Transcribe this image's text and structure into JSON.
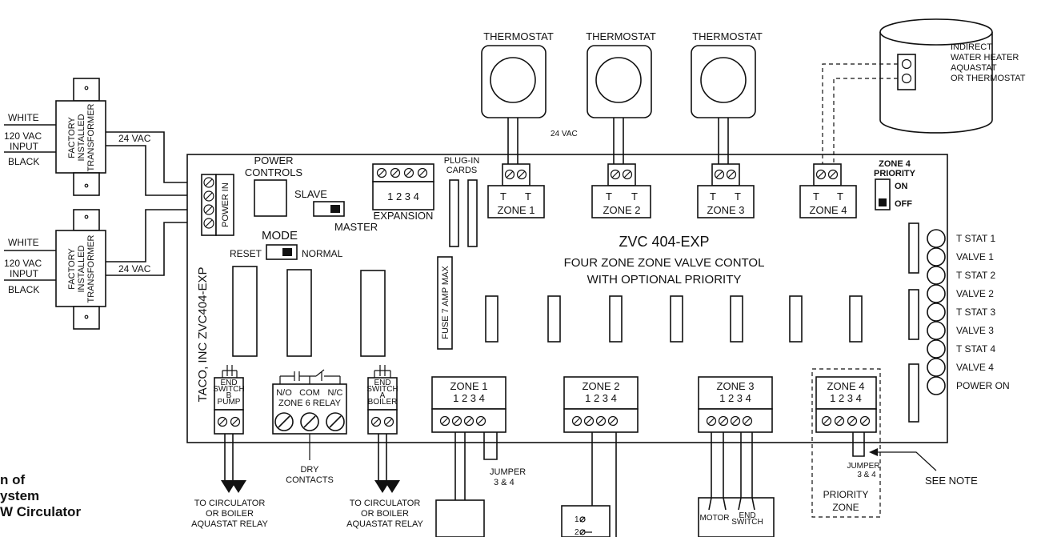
{
  "labels": {
    "white": "WHITE",
    "black": "BLACK",
    "vac120": "120 VAC",
    "input": "INPUT",
    "factory": "FACTORY",
    "installed": "INSTALLED",
    "transformer": "TRANSFORMER",
    "vac24": "24 VAC",
    "power_controls_1": "POWER",
    "power_controls_2": "CONTROLS",
    "power_in": "POWER IN",
    "slave": "SLAVE",
    "master": "MASTER",
    "mode": "MODE",
    "reset": "RESET",
    "normal": "NORMAL",
    "expansion": "EXPANSION",
    "expansion_nums": "1 2 3 4",
    "plugin_1": "PLUG-IN",
    "plugin_2": "CARDS",
    "thermostat": "THERMOSTAT",
    "t": "T",
    "zone1": "ZONE 1",
    "zone2": "ZONE 2",
    "zone3": "ZONE 3",
    "zone4": "ZONE 4",
    "zone4_priority_1": "ZONE 4",
    "zone4_priority_2": "PRIORITY",
    "on": "ON",
    "off": "OFF",
    "model": "ZVC 404-EXP",
    "desc1": "FOUR ZONE ZONE VALVE CONTOL",
    "desc2": "WITH OPTIONAL PRIORITY",
    "fuse": "FUSE 7 AMP MAX",
    "taco": "TACO, INC  ZVC404-EXP",
    "terminal_nums": "1 2 3 4",
    "end": "END",
    "switch": "SWITCH",
    "b": "B",
    "pump": "PUMP",
    "a": "A",
    "boiler": "BOILER",
    "no": "N/O",
    "com": "COM",
    "nc": "N/C",
    "zone6_relay": "ZONE 6 RELAY",
    "dry": "DRY",
    "contacts": "CONTACTS",
    "to_circ_1": "TO CIRCULATOR",
    "to_circ_2": "OR BOILER",
    "to_circ_3": "AQUASTAT RELAY",
    "jumper": "JUMPER",
    "jumper_34": "3 & 4",
    "priority": "PRIORITY",
    "zone": "ZONE",
    "see_note": "SEE NOTE",
    "motor": "MOTOR",
    "num1": "1",
    "num2": "2",
    "heater_1": "INDIRECT",
    "heater_2": "WATER HEATER",
    "heater_3": "AQUASTAT",
    "heater_4": "OR THERMOSTAT",
    "led_tstat1": "T STAT 1",
    "led_valve1": "VALVE 1",
    "led_tstat2": "T STAT 2",
    "led_valve2": "VALVE 2",
    "led_tstat3": "T STAT 3",
    "led_valve3": "VALVE 3",
    "led_tstat4": "T STAT 4",
    "led_valve4": "VALVE 4",
    "led_power": "POWER ON"
  },
  "caption": {
    "line1": "n of",
    "line2": "ystem",
    "line3": "W Circulator"
  }
}
